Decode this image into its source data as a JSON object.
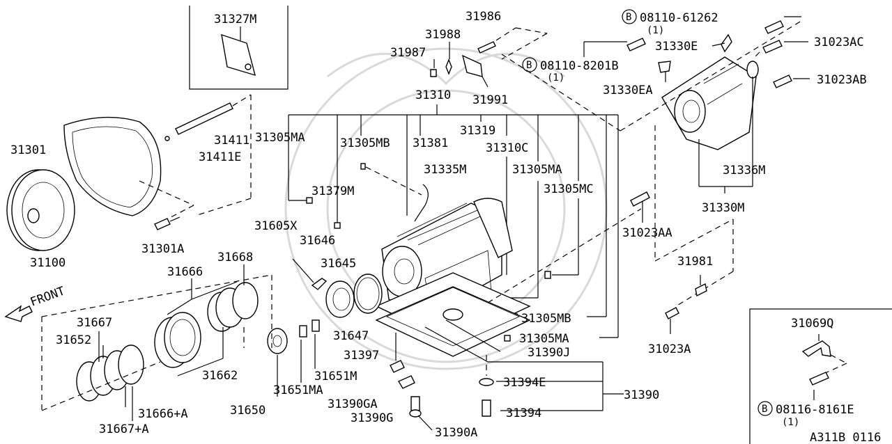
{
  "diagram_id": "A311B 0116",
  "labels": [
    {
      "id": "31327M",
      "text": "31327M"
    },
    {
      "id": "31986",
      "text": "31986"
    },
    {
      "id": "31988",
      "text": "31988"
    },
    {
      "id": "31987",
      "text": "31987"
    },
    {
      "id": "31991",
      "text": "31991"
    },
    {
      "id": "31310",
      "text": "31310"
    },
    {
      "id": "31301",
      "text": "31301"
    },
    {
      "id": "31411",
      "text": "31411"
    },
    {
      "id": "31411E",
      "text": "31411E"
    },
    {
      "id": "31305MA_a",
      "text": "31305MA"
    },
    {
      "id": "31305MB_a",
      "text": "31305MB"
    },
    {
      "id": "31381",
      "text": "31381"
    },
    {
      "id": "31319",
      "text": "31319"
    },
    {
      "id": "31310C",
      "text": "31310C"
    },
    {
      "id": "31335M",
      "text": "31335M"
    },
    {
      "id": "31305MA_b",
      "text": "31305MA"
    },
    {
      "id": "31379M",
      "text": "31379M"
    },
    {
      "id": "31305MC",
      "text": "31305MC"
    },
    {
      "id": "31100",
      "text": "31100"
    },
    {
      "id": "31301A",
      "text": "31301A"
    },
    {
      "id": "31605X",
      "text": "31605X"
    },
    {
      "id": "31646",
      "text": "31646"
    },
    {
      "id": "31645",
      "text": "31645"
    },
    {
      "id": "31668",
      "text": "31668"
    },
    {
      "id": "31666",
      "text": "31666"
    },
    {
      "id": "FRONT",
      "text": "FRONT"
    },
    {
      "id": "31667",
      "text": "31667"
    },
    {
      "id": "31652",
      "text": "31652"
    },
    {
      "id": "31662",
      "text": "31662"
    },
    {
      "id": "31647",
      "text": "31647"
    },
    {
      "id": "31397",
      "text": "31397"
    },
    {
      "id": "31651M",
      "text": "31651M"
    },
    {
      "id": "31651MA",
      "text": "31651MA"
    },
    {
      "id": "31650",
      "text": "31650"
    },
    {
      "id": "31666A",
      "text": "31666+A"
    },
    {
      "id": "31667A",
      "text": "31667+A"
    },
    {
      "id": "31390GA",
      "text": "31390GA"
    },
    {
      "id": "31390G",
      "text": "31390G"
    },
    {
      "id": "31390A",
      "text": "31390A"
    },
    {
      "id": "31394",
      "text": "31394"
    },
    {
      "id": "31394E",
      "text": "31394E"
    },
    {
      "id": "31390",
      "text": "31390"
    },
    {
      "id": "31390J",
      "text": "31390J"
    },
    {
      "id": "31305MB_b",
      "text": "31305MB"
    },
    {
      "id": "31305MA_c",
      "text": "31305MA"
    },
    {
      "id": "31023AA",
      "text": "31023AA"
    },
    {
      "id": "31981",
      "text": "31981"
    },
    {
      "id": "31023A",
      "text": "31023A"
    },
    {
      "id": "31330M",
      "text": "31330M"
    },
    {
      "id": "31336M",
      "text": "31336M"
    },
    {
      "id": "31330EA",
      "text": "31330EA"
    },
    {
      "id": "31330E",
      "text": "31330E"
    },
    {
      "id": "31023AC",
      "text": "31023AC"
    },
    {
      "id": "31023AB",
      "text": "31023AB"
    },
    {
      "id": "bolt1",
      "text": "08110-61262"
    },
    {
      "id": "bolt1q",
      "text": "(1)"
    },
    {
      "id": "bolt2",
      "text": "08110-8201B"
    },
    {
      "id": "bolt2q",
      "text": "(1)"
    },
    {
      "id": "31069Q",
      "text": "31069Q"
    },
    {
      "id": "bolt3",
      "text": "08116-8161E"
    },
    {
      "id": "bolt3q",
      "text": "(1)"
    }
  ],
  "badge_letter": "B"
}
